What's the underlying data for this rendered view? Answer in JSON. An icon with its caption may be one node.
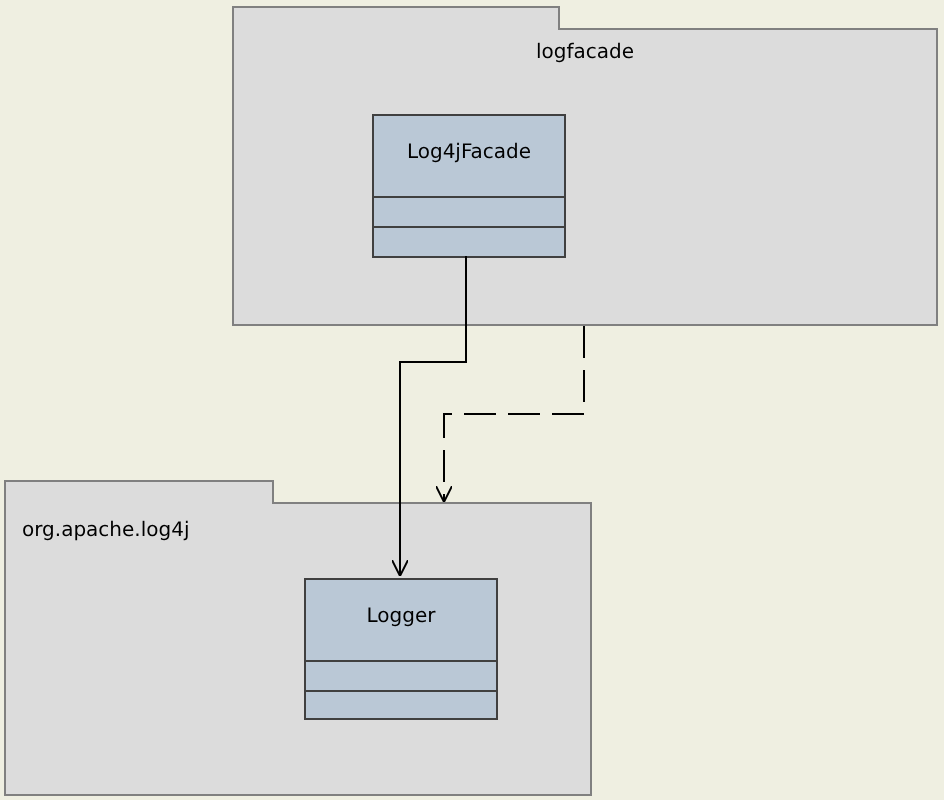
{
  "diagram": {
    "nodes": [
      {
        "text": [
          "logfacade"
        ]
      },
      {
        "text": [
          "Log4jFacade"
        ],
        "in": 0
      },
      {
        "text": [
          "org.apache.log4j"
        ]
      },
      {
        "text": [
          "Logger"
        ],
        "in": 2
      }
    ],
    "edges": [
      {
        "from": 1,
        "to": 3,
        "arrow": "to"
      },
      {
        "from": 0,
        "to": 2,
        "arrow": "to",
        "style": "dashed"
      }
    ]
  }
}
